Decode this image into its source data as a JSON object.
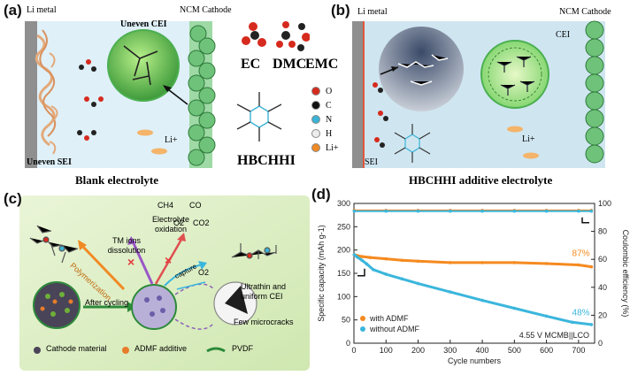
{
  "panel_a": {
    "tag": "(a)",
    "li_metal": "Li metal",
    "cathode": "NCM Cathode",
    "uneven_cei": "Uneven CEI",
    "uneven_sei": "Uneven SEI",
    "li_ion": "Li+",
    "ec": "EC",
    "dmc": "DMC",
    "emc": "EMC",
    "hbchhi": "HBCHHI",
    "caption": "Blank electrolyte",
    "atom_legend": [
      {
        "symbol": "O",
        "color": "#d62a1e"
      },
      {
        "symbol": "C",
        "color": "#111111"
      },
      {
        "symbol": "N",
        "color": "#3bb3d6"
      },
      {
        "symbol": "H",
        "color": "#ececec"
      },
      {
        "symbol": "Li+",
        "color": "#f08a24"
      }
    ]
  },
  "panel_b": {
    "tag": "(b)",
    "li_metal": "Li metal",
    "cathode": "NCM Cathode",
    "cei": "CEI",
    "sei": "SEI",
    "li_ion": "Li+",
    "caption": "HBCHHI additive electrolyte"
  },
  "panel_c": {
    "tag": "(c)",
    "ch4": "CH4",
    "co": "CO",
    "o2_a": "O2",
    "co2": "CO2",
    "o2_b": "O2",
    "electrolyte_oxidation": "Electrolyte oxidation",
    "tm_ions": "TM ions dissolution",
    "polymerization": "Polymerization",
    "capture": "capture",
    "after_cycling": "After cycling",
    "ultrathin": "Ultrathin and uniform CEI",
    "few_cracks": "Few microcracks",
    "legend": [
      "Cathode material",
      "ADMF additive",
      "PVDF"
    ]
  },
  "panel_d": {
    "tag": "(d)",
    "annot_87": "87%",
    "annot_48": "48%",
    "condition": "4.55 V MCMB||LCO",
    "legend": [
      "with ADMF",
      "without ADMF"
    ]
  },
  "chart_data": {
    "type": "scatter",
    "xlabel": "Cycle numbers",
    "ylabel": "Specific capacity (mAh g-1)",
    "y2label": "Coulombic efficiency (%)",
    "xlim": [
      0,
      750
    ],
    "ylim": [
      0,
      300
    ],
    "y2lim": [
      0,
      100
    ],
    "xticks": [
      0,
      100,
      200,
      300,
      400,
      500,
      600,
      700
    ],
    "yticks": [
      0,
      50,
      100,
      150,
      200,
      250,
      300
    ],
    "y2ticks": [
      0,
      20,
      40,
      60,
      80,
      100
    ],
    "colors": {
      "with": "#f58a1f",
      "without": "#3bb6dc"
    },
    "series": [
      {
        "name": "with ADMF",
        "axis": "left",
        "x": [
          1,
          10,
          25,
          50,
          100,
          150,
          200,
          300,
          400,
          500,
          600,
          700,
          740
        ],
        "y": [
          190,
          188,
          186,
          184,
          181,
          178,
          176,
          173,
          173,
          173,
          171,
          168,
          164
        ]
      },
      {
        "name": "without ADMF",
        "axis": "left",
        "x": [
          1,
          10,
          25,
          40,
          60,
          100,
          150,
          200,
          300,
          400,
          500,
          600,
          680,
          740
        ],
        "y": [
          190,
          185,
          178,
          170,
          158,
          148,
          138,
          128,
          110,
          92,
          75,
          58,
          45,
          40
        ]
      },
      {
        "name": "with ADMF",
        "axis": "right",
        "x": [
          1,
          100,
          200,
          300,
          400,
          500,
          600,
          700,
          740
        ],
        "y": [
          95,
          95,
          95,
          95,
          95,
          95,
          95,
          95,
          95
        ]
      },
      {
        "name": "without ADMF",
        "axis": "right",
        "x": [
          1,
          100,
          200,
          300,
          400,
          500,
          600,
          700,
          740
        ],
        "y": [
          94.5,
          94.5,
          94.5,
          94.5,
          94.5,
          94.5,
          94.5,
          94.5,
          94.5
        ]
      }
    ]
  }
}
